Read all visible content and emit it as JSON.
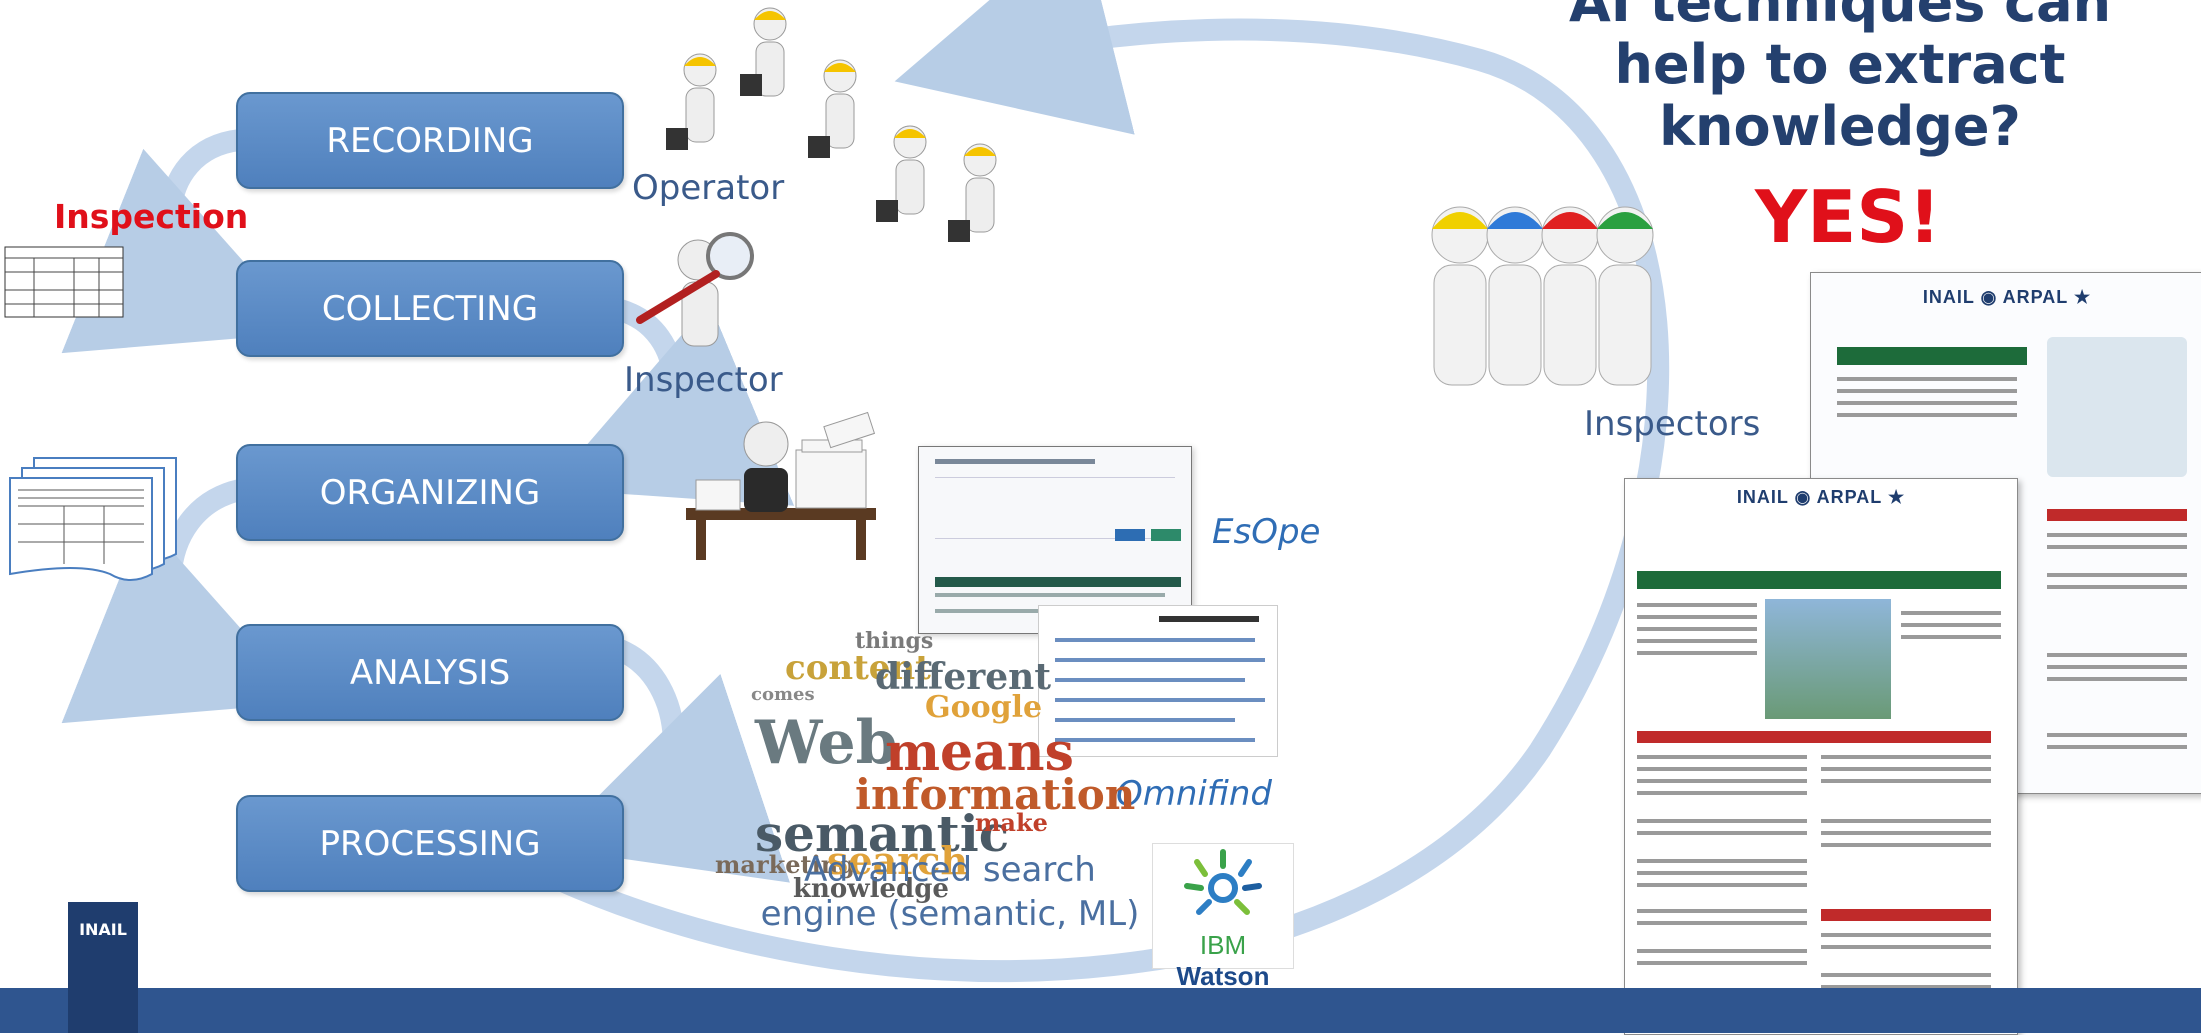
{
  "stages": [
    "RECORDING",
    "COLLECTING",
    "ORGANIZING",
    "ANALYSIS",
    "PROCESSING"
  ],
  "inspection_label": "Inspection",
  "roles": {
    "operator": "Operator",
    "inspector": "Inspector",
    "inspectors": "Inspectors"
  },
  "tools": {
    "esope": "EsOpe",
    "omnifind": "Omnifind",
    "search": "Advanced search engine (semantic, ML)",
    "watson_ibm": "IBM",
    "watson": "Watson"
  },
  "headline": {
    "question": "AI techniques can help to extract knowledge?",
    "answer": "YES!"
  },
  "logo": "INAIL",
  "colors": {
    "stage_fill": "#5a8ac6",
    "footer": "#2f558f",
    "answer": "#e0101a",
    "headline": "#24406e"
  },
  "icons": [
    "worker-helmet-icon",
    "magnifier-icon",
    "document-stack-icon",
    "ibm-watson-icon"
  ]
}
